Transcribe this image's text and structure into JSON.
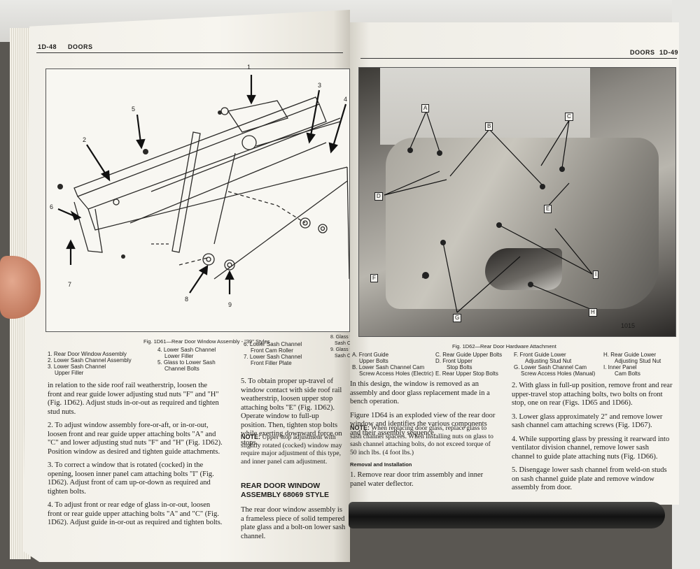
{
  "left_page": {
    "running_head_page": "1D-48",
    "running_head_title": "DOORS",
    "figure_caption": "Fig. 1D61—Rear Door Window Assembly - \"39\" Styles",
    "callouts": [
      "1",
      "2",
      "3",
      "4",
      "5",
      "6",
      "7",
      "8",
      "9"
    ],
    "legend": [
      "1. Rear Door Window Assembly",
      "2. Lower Sash Channel Assembly",
      "3. Lower Sash Channel",
      "Upper Filler",
      "4. Lower Sash Channel",
      "Lower Filler",
      "5. Glass to Lower Sash",
      "Channel Bolts",
      "6. Lower Sash Channel",
      "Front Cam Roller",
      "7. Lower Sash Channel",
      "Front Filler Plate",
      "8. Glass t",
      "Sash Ch",
      "9. Glass t",
      "Sash C"
    ],
    "col1": [
      "in relation to the side roof rail weatherstrip, loosen the front and rear guide lower adjusting stud nuts \"F\" and \"H\" (Fig. 1D62). Adjust studs in-or-out as required and tighten stud nuts.",
      "2. To adjust window assembly fore-or-aft, or in-or-out, loosen front and rear guide upper attaching bolts \"A\" and \"C\" and lower adjusting stud nuts \"F\" and \"H\" (Fig. 1D62). Position window as desired and tighten guide attachments.",
      "3. To correct a window that is rotated (cocked) in the opening, loosen inner panel cam attaching bolts \"I\" (Fig. 1D62). Adjust front of cam up-or-down as required and tighten bolts.",
      "4. To adjust front or rear edge of glass in-or-out, loosen front or rear guide upper attaching bolts \"A\" and \"C\" (Fig. 1D62). Adjust guide in-or-out as required and tighten bolts."
    ],
    "col2": [
      "5. To obtain proper up-travel of window contact with side roof rail weatherstrip, loosen upper stop attaching bolts \"E\" (Fig. 1D62). Operate window to full-up position. Then, tighten stop bolts while exerting downward force on stops."
    ],
    "note_label": "NOTE:",
    "note_text": "Upper stop adjustment with slightly rotated (cocked) window may require major adjustment of this type, and inner panel cam adjustment.",
    "section_heading": "REAR DOOR WINDOW ASSEMBLY 68069 STYLE",
    "col2b": "The rear door window assembly is a frameless piece of solid tempered plate glass and a bolt-on lower sash channel."
  },
  "right_page": {
    "running_head_title": "DOORS",
    "running_head_page": "1D-49",
    "photo_labels": [
      "A",
      "B",
      "C",
      "D",
      "E",
      "F",
      "G",
      "H",
      "I"
    ],
    "photo_number": "1015",
    "figure_caption": "Fig. 1D62—Rear Door Hardware Attachment",
    "legend_col1": [
      "A. Front Guide",
      "Upper Bolts",
      "B. Lower Sash Channel Cam",
      "Screw Access Holes (Electric)"
    ],
    "legend_col2": [
      "C. Rear Guide Upper Bolts",
      "D. Front Upper",
      "Stop Bolts",
      "E. Rear Upper Stop Bolts"
    ],
    "legend_col3": [
      "F. Front Guide Lower",
      "Adjusting Stud Nut",
      "G. Lower Sash Channel Cam",
      "Screw Access Holes (Manual)"
    ],
    "legend_col4": [
      "H. Rear Guide Lower",
      "Adjusting Stud Nut",
      "I. Inner Panel",
      "Cam Bolts"
    ],
    "col1_intro": "assembly and door glass replacement made in a bench operation.",
    "col1_prefix": "In this design, the window is removed as an",
    "col1_p2": "Figure 1D64 is an exploded view of the rear door window and identifies the various components and their assembly sequence.",
    "note_label": "NOTE:",
    "note_text": "When replacing door glass, replace glass to sash channel spacers. When installing nuts on glass to sash channel attaching bolts, do not exceed torque of 50 inch lbs. (4 foot lbs.)",
    "removal_heading": "Removal and Installation",
    "col1_p3": "1. Remove rear door trim assembly and inner panel water deflector.",
    "col2": [
      "2. With glass in full-up position, remove front and rear upper-travel stop attaching bolts, two bolts on front stop, one on rear (Figs. 1D65 and 1D66).",
      "3. Lower glass approximately 2\" and remove lower sash channel cam attaching screws (Fig. 1D67).",
      "4. While supporting glass by pressing it rearward into ventilator division channel, remove lower sash channel to guide plate attaching nuts (Fig. 1D66).",
      "5. Disengage lower sash channel from weld-on studs on sash channel guide plate and remove window assembly from door."
    ]
  }
}
